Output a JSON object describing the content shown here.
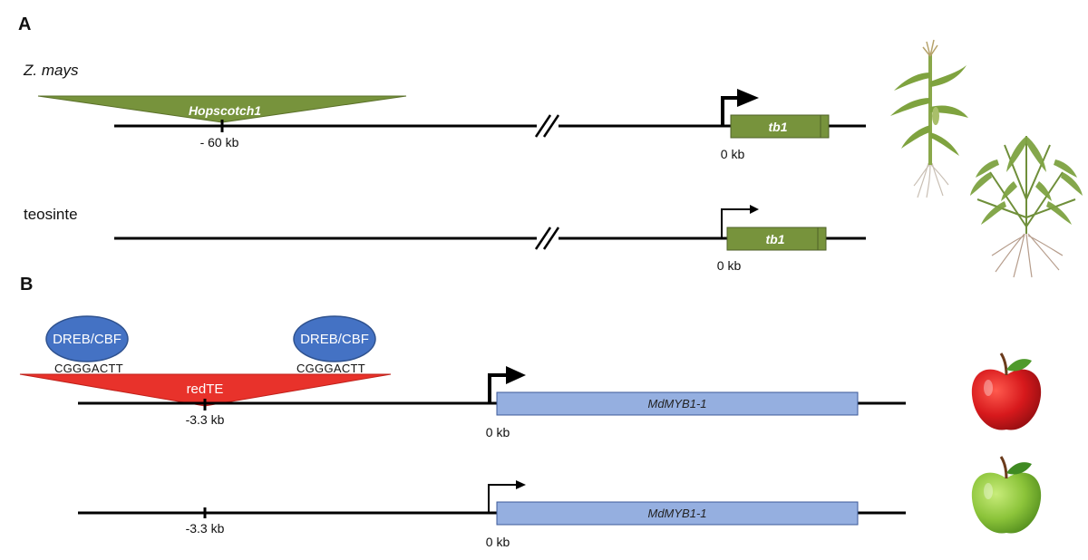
{
  "panels": {
    "a": {
      "letter": "A",
      "species_top": "Z. mays",
      "species_bottom": "teosinte",
      "te_label": "Hopscotch1",
      "te_position": "- 60 kb",
      "gene_top": "tb1",
      "gene_bottom": "tb1",
      "tss_top": "0 kb",
      "tss_bottom": "0 kb"
    },
    "b": {
      "letter": "B",
      "tf_left": "DREB/CBF",
      "tf_right": "DREB/CBF",
      "motif_left": "CGGGACTT",
      "motif_right": "CGGGACTT",
      "te_label": "redTE",
      "te_position_top": "-3.3 kb",
      "te_position_bottom": "-3.3 kb",
      "gene_top": "MdMYB1-1",
      "gene_bottom": "MdMYB1-1",
      "tss_top": "0 kb",
      "tss_bottom": "0 kb"
    }
  },
  "colors": {
    "maize_green": "#77933c",
    "maize_green_dark": "#4f6228",
    "te_red": "#e8322b",
    "tf_blue": "#4472c4",
    "gene_blue": "#95afe0",
    "apple_red": "#d7191c",
    "apple_green": "#8cc43a"
  },
  "icons": [
    "maize-plant-icon",
    "teosinte-plant-icon",
    "red-apple-icon",
    "green-apple-icon",
    "break-mark-icon",
    "promoter-arrow-icon"
  ]
}
